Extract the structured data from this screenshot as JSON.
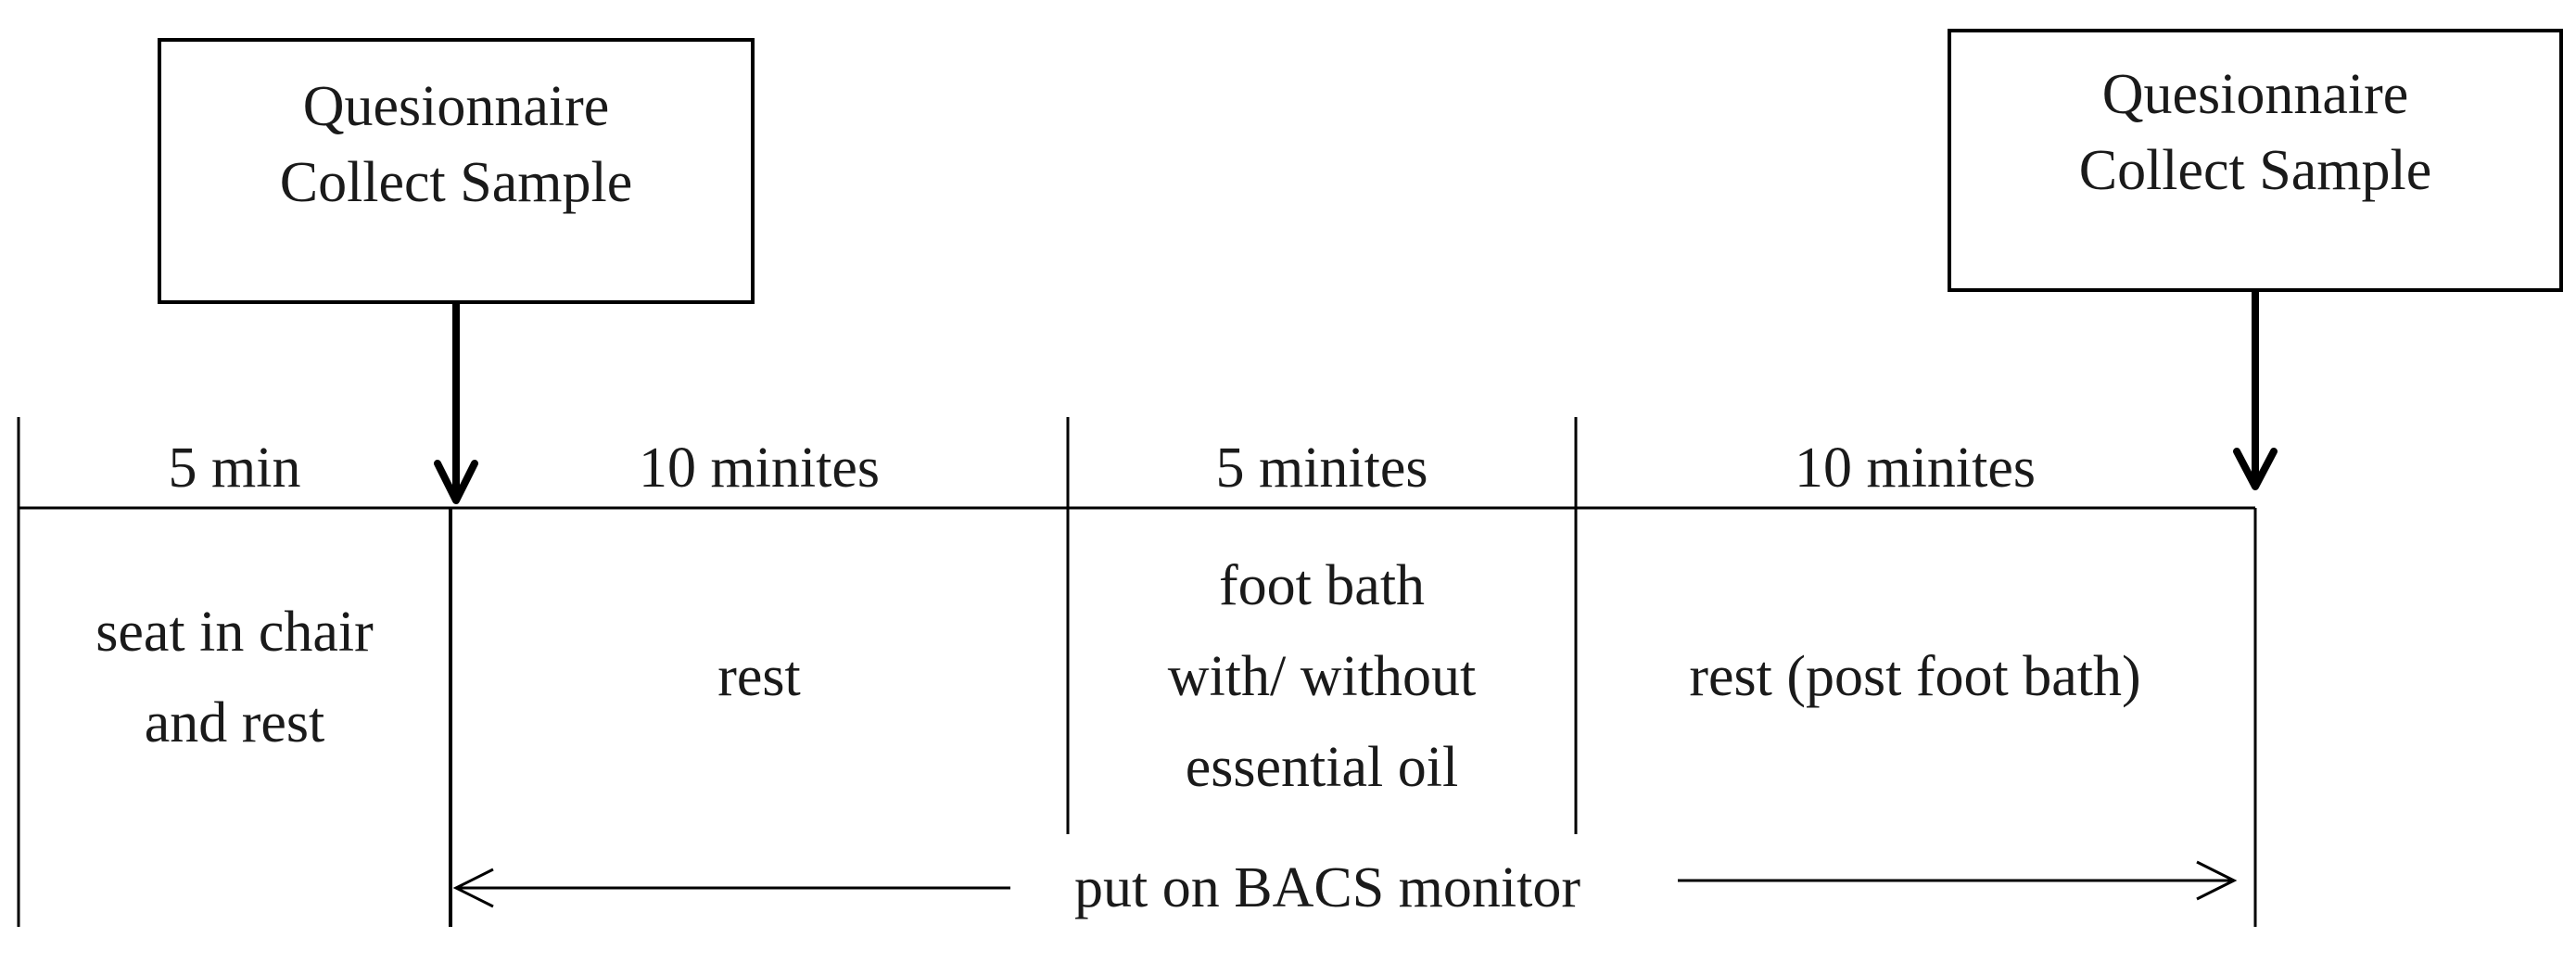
{
  "boxes": {
    "left": {
      "line1": "Quesionnaire",
      "line2": "Collect Sample"
    },
    "right": {
      "line1": "Quesionnaire",
      "line2": "Collect Sample"
    }
  },
  "durations": {
    "d1": "5 min",
    "d2": "10 minites",
    "d3": "5 minites",
    "d4": "10 minites"
  },
  "activities": {
    "a1": {
      "line1": "seat in chair",
      "line2": "and rest"
    },
    "a2": {
      "line1": "rest"
    },
    "a3": {
      "line1": "foot bath",
      "line2": "with/ without",
      "line3": "essential oil"
    },
    "a4": {
      "line1": "rest (post foot bath)"
    }
  },
  "monitor_label": "put on BACS monitor"
}
